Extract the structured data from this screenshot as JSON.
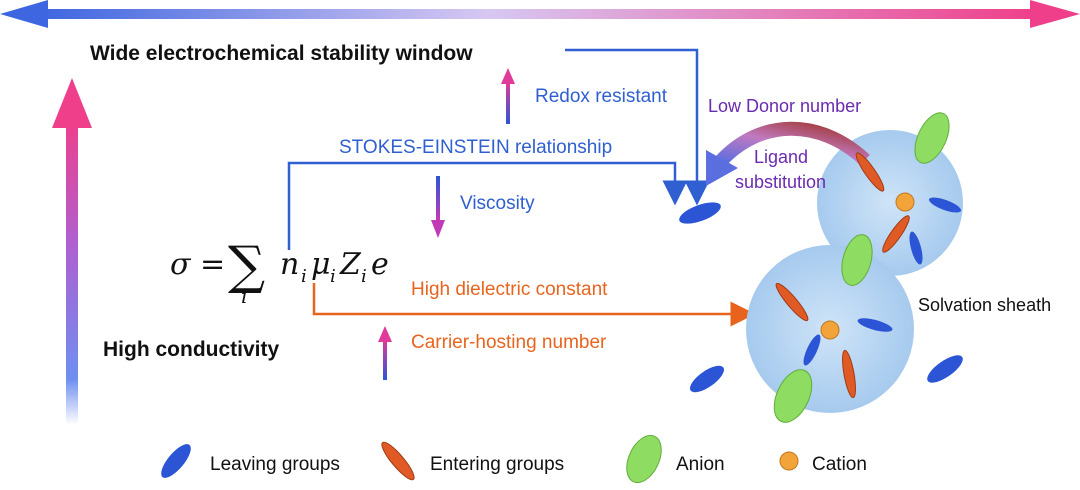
{
  "title_window": "Wide electrochemical stability window",
  "title_conductivity": "High conductivity",
  "labels": {
    "redox": "Redox resistant",
    "low_donor": "Low Donor number",
    "stokes": "STOKES-EINSTEIN relationship",
    "ligand_line1": "Ligand",
    "ligand_line2": "substitution",
    "viscosity": "Viscosity",
    "dielectric": "High dielectric constant",
    "carrier": "Carrier-hosting number",
    "solvation": "Solvation sheath"
  },
  "formula": {
    "lhs": "σ =",
    "sum": "∑",
    "sub_index": "i",
    "terms": [
      {
        "base": "n",
        "sub": "i"
      },
      {
        "base": "μ",
        "sub": "i"
      },
      {
        "base": "Z",
        "sub": "i"
      },
      {
        "base": "e",
        "sub": ""
      }
    ]
  },
  "legend": [
    {
      "label": "Leaving groups",
      "icon": "leaving-group-icon"
    },
    {
      "label": "Entering groups",
      "icon": "entering-group-icon"
    },
    {
      "label": "Anion",
      "icon": "anion-icon"
    },
    {
      "label": "Cation",
      "icon": "cation-icon"
    }
  ],
  "colors": {
    "blue_text": "#2f5fd0",
    "orange_text": "#e8641e",
    "purple_text": "#6a2bb0",
    "leaving": "#2c55d6",
    "entering": "#e05a26",
    "anion": "#8fdc63",
    "cation": "#f2a33a",
    "sheath": "#a9cdef",
    "gradient_blue": "#3d66e0",
    "gradient_pink": "#ef3f8a"
  }
}
